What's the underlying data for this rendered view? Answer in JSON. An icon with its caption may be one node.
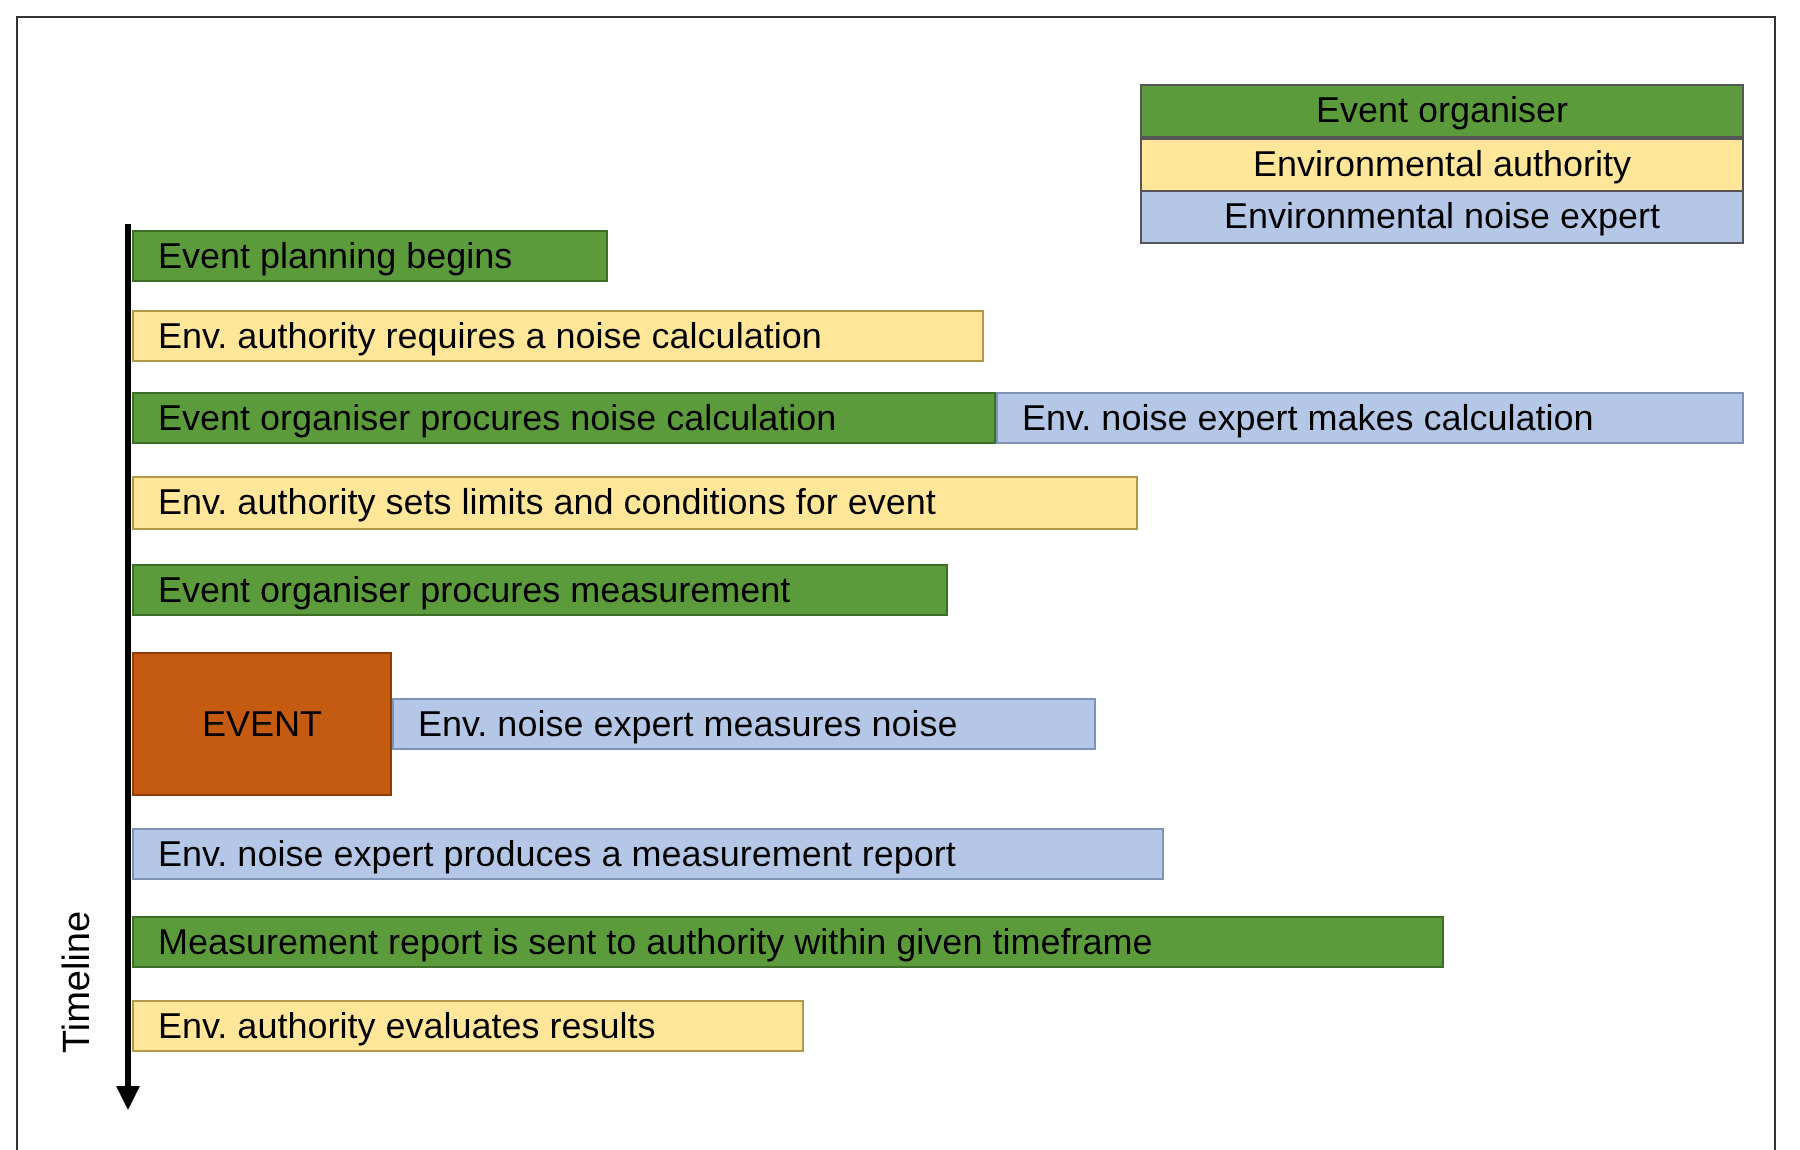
{
  "diagram": {
    "nodes": [
      {
        "text": [
          "Event planning begins"
        ]
      },
      {
        "text": [
          "Env. authority requires a noise calculation"
        ]
      },
      {
        "text": [
          "Event organiser procures noise calculation"
        ]
      },
      {
        "text": [
          "Env. noise expert makes calculation"
        ]
      },
      {
        "text": [
          "Env. authority sets limits and conditions for event"
        ]
      },
      {
        "text": [
          "Event organiser procures measurement"
        ]
      },
      {
        "text": [
          "EVENT"
        ]
      },
      {
        "text": [
          "Env. noise expert measures noise"
        ]
      },
      {
        "text": [
          "Env. noise expert produces a measurement report"
        ]
      },
      {
        "text": [
          "Measurement report is sent to authority within given timeframe"
        ]
      },
      {
        "text": [
          "Env. authority evaluates results"
        ]
      }
    ],
    "edges": [],
    "labels": [
      "Timeline"
    ],
    "legend": [
      {
        "text": "Event organiser",
        "color": "#5b9b3c"
      },
      {
        "text": "Environmental authority",
        "color": "#ffe699"
      },
      {
        "text": "Environmental noise expert",
        "color": "#b4c7e7"
      }
    ]
  }
}
